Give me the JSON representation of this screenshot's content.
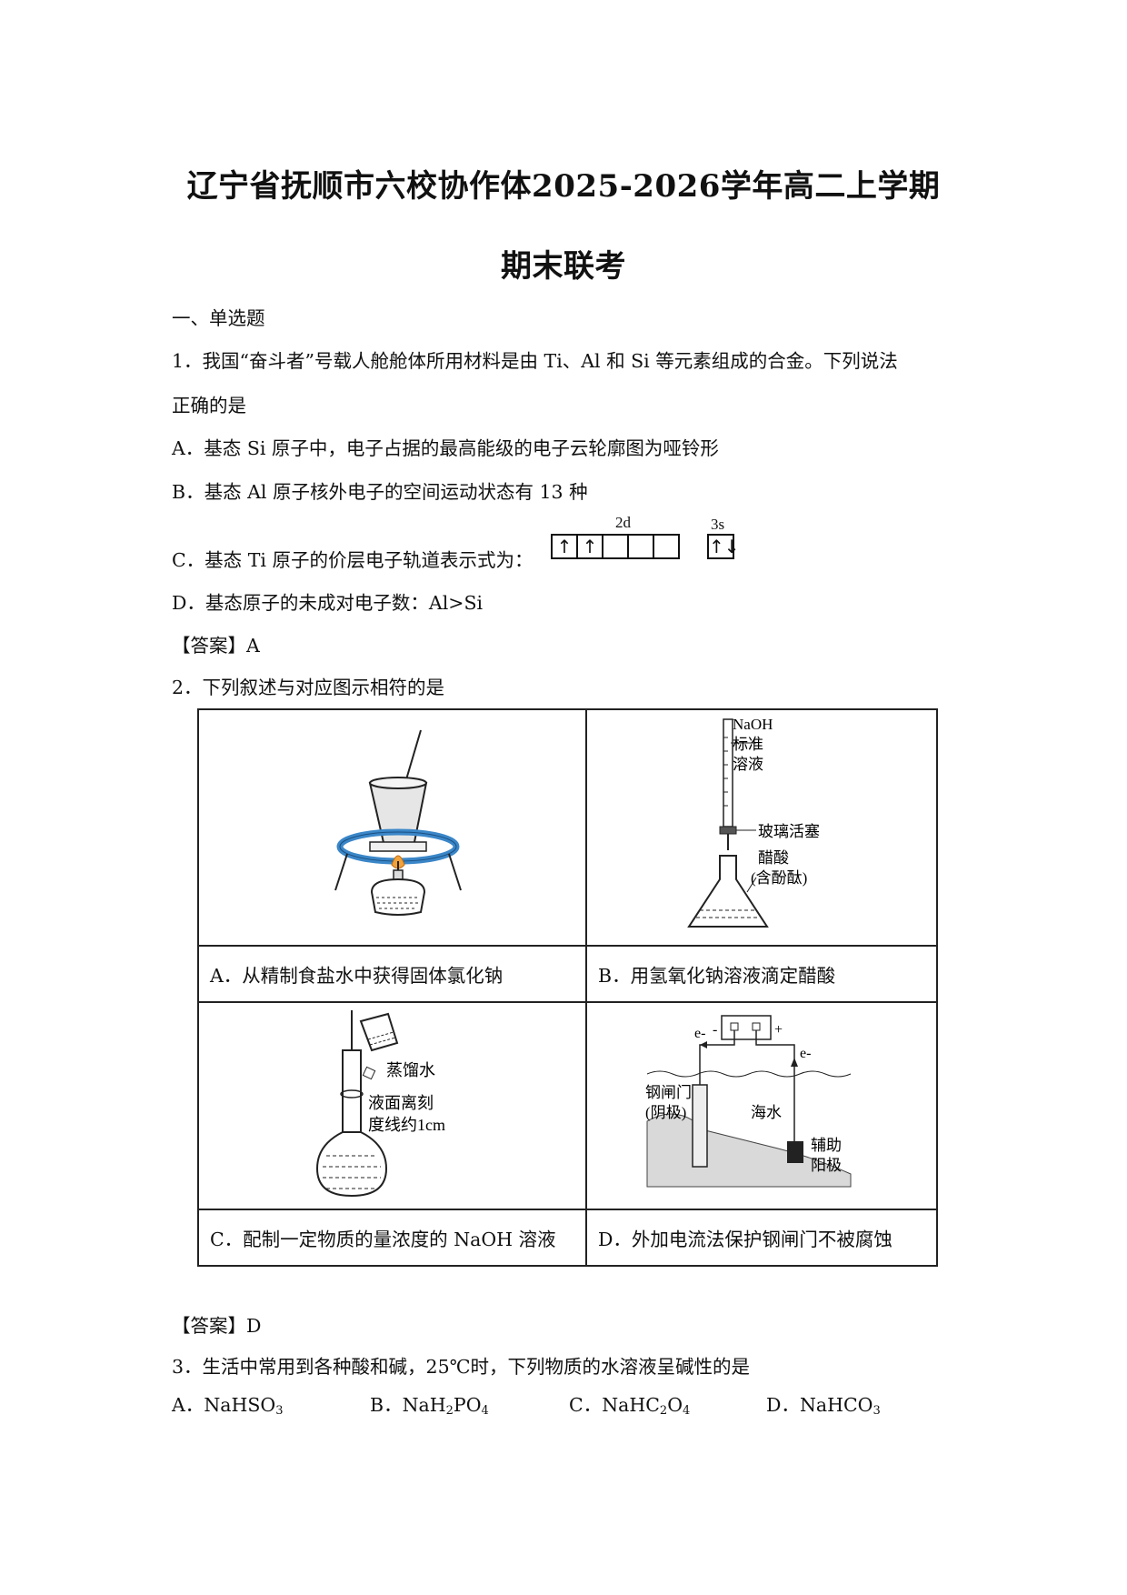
{
  "header": {
    "title_line1": "辽宁省抚顺市六校协作体2025-2026学年高二上学期",
    "title_line2": "期末联考"
  },
  "section": "一、单选题",
  "q1": {
    "stem_line1": "1．我国“奋斗者”号载人舱舱体所用材料是由 Ti、Al 和 Si 等元素组成的合金。下列说法",
    "stem_line2": "正确的是",
    "A": "A．基态 Si 原子中，电子占据的最高能级的电子云轮廓图为哑铃形",
    "B": "B．基态 Al 原子核外电子的空间运动状态有 13 种",
    "C": "C．基态 Ti 原子的价层电子轨道表示式为：",
    "C_orbital": {
      "label_2d": "2d",
      "label_3s": "3s",
      "boxes_2d": [
        "↑",
        "↑",
        "",
        "",
        ""
      ],
      "boxes_3s": [
        "↑↓"
      ]
    },
    "D": "D．基态原子的未成对电子数：Al>Si",
    "answer": "【答案】A"
  },
  "q2": {
    "stem": "2．下列叙述与对应图示相符的是",
    "options": {
      "A": "A．从精制食盐水中获得固体氯化钠",
      "B": "B．用氢氧化钠溶液滴定醋酸",
      "C": "C．配制一定物质的量浓度的 NaOH 溶液",
      "D": "D．外加电流法保护钢闸门不被腐蚀"
    },
    "figB": {
      "naoh": "NaOH",
      "std": "标准",
      "soln": "溶液",
      "stopcock": "玻璃活塞",
      "acid": "醋酸",
      "indicator": "(含酚酞)"
    },
    "figC": {
      "water": "蒸馏水",
      "note1": "液面离刻",
      "note2": "度线约1cm"
    },
    "figD": {
      "electron1": "e-",
      "electron2": "e-",
      "minus": "-",
      "plus": "+",
      "gate1": "钢闸门",
      "gate2": "(阴极)",
      "sea": "海水",
      "anode1": "辅助",
      "anode2": "阳极"
    },
    "answer": "【答案】D"
  },
  "q3": {
    "stem": "3．生活中常用到各种酸和碱，25℃时，下列物质的水溶液呈碱性的是",
    "options": [
      {
        "letter": "A．",
        "f1": "NaHSO",
        "s1": "3",
        "f2": "",
        "s2": ""
      },
      {
        "letter": "B．",
        "f1": "NaH",
        "s1": "2",
        "f2": "PO",
        "s2": "4"
      },
      {
        "letter": "C．",
        "f1": "NaHC",
        "s1": "2",
        "f2": "O",
        "s2": "4"
      },
      {
        "letter": "D．",
        "f1": "NaHCO",
        "s1": "3",
        "f2": "",
        "s2": ""
      }
    ]
  }
}
